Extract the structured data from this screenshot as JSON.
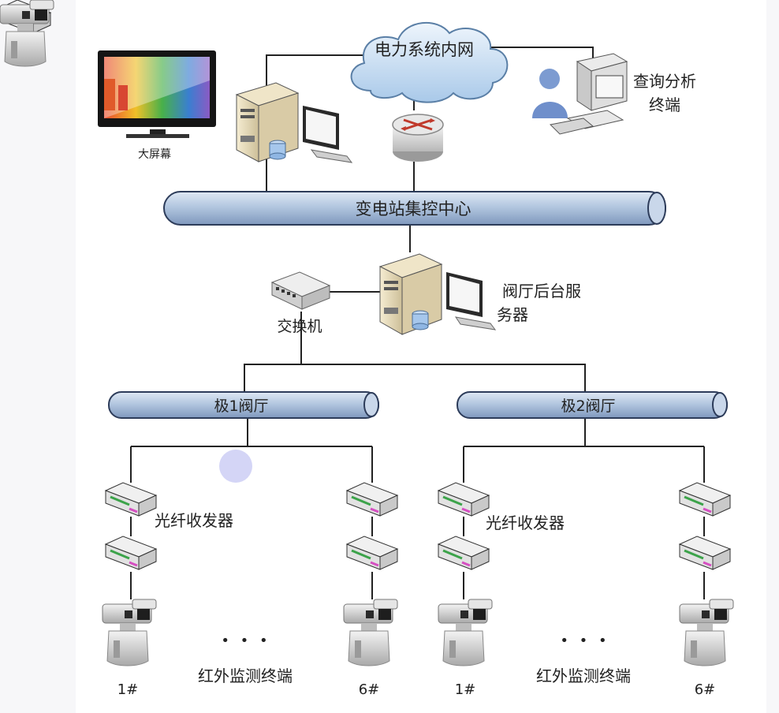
{
  "labels": {
    "cloud": "电力系统内网",
    "query_terminal_line1": "查询分析",
    "query_terminal_line2": "终端",
    "big_screen": "大屏幕",
    "control_center": "变电站集控中心",
    "switch": "交换机",
    "server_line1": "阀厅后台服",
    "server_line2": "务器",
    "hall1": "极1阀厅",
    "hall2": "极2阀厅",
    "transceiver_left": "光纤收发器",
    "transceiver_right": "光纤收发器",
    "ir_terminal_left": "红外监测终端",
    "ir_terminal_right": "红外监测终端",
    "ellipsis_left": "• • •",
    "ellipsis_right": "• • •",
    "cam_1_left": "1#",
    "cam_6_left": "6#",
    "cam_1_right": "1#",
    "cam_6_right": "6#"
  },
  "colors": {
    "bus_fill": "#b9cbe2",
    "bus_stroke": "#2d3c5a",
    "cloud_fill": "#cfe2f5",
    "line": "#222222"
  }
}
